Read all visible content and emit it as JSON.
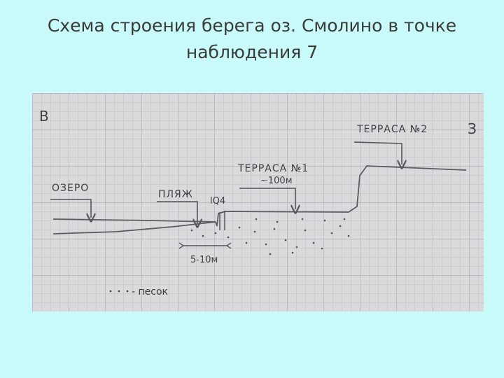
{
  "title": {
    "line1": "Схема строения берега оз. Смолино в точке",
    "line2": "наблюдения 7"
  },
  "diagram": {
    "labels": {
      "west": "В",
      "east": "З",
      "lake": "ОЗЕРО",
      "beach": "ПЛЯЖ",
      "age": "lQ4",
      "terrace1": "ТЕРРАСА №1",
      "terrace1_width": "~100м",
      "terrace2": "ТЕРРАСА №2",
      "beach_width": "5-10м",
      "sand": "- песок"
    },
    "colors": {
      "paper": "#e2e2e4",
      "grid": "#a9abb6",
      "ink": "#55565e",
      "background": "#c9fafa"
    }
  }
}
